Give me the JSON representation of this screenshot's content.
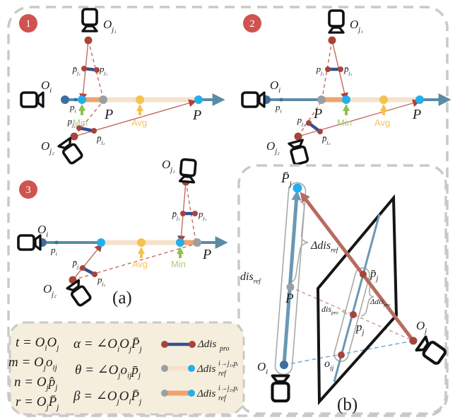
{
  "colors": {
    "ink": "#1d1d1d",
    "border_gray": "#c9c9c9",
    "badge_red": "#cf5350",
    "axis_blue": "#5a8ba6",
    "beige": "#f6e2cc",
    "orange": "#f0a36f",
    "navy": "#33518e",
    "dark_red": "#a8433c",
    "thin_red": "#c06b5e",
    "cyan": "#24aeed",
    "gray_dot": "#9b9fa3",
    "yellow": "#f6c14d",
    "green": "#8cc152",
    "min_label": "#a9cf72",
    "avg_label": "#f5c45a",
    "steel_thick": "#6b98b4",
    "red_thick": "#b76b5e",
    "epipolar_blue": "#7aa7cc",
    "dash_red": "#c49086",
    "brace_gray": "#a9a9a9",
    "plane_black": "#151515",
    "legend_bg": "#f6eedd",
    "cam_black": "#111111",
    "blue_dot": "#3c6e9e"
  },
  "figure": {
    "badge1": "1",
    "badge2": "2",
    "badge3": "3",
    "panel_a": "(a)",
    "panel_b": "(b)"
  },
  "labels": {
    "Oi": "O_{i}",
    "Oj1": "O_{j₁}",
    "Oj2": "O_{j₂}",
    "Oj": "O_{j}",
    "pi": "p_{i}",
    "P": "P",
    "pj1": "p_{j₁}",
    "pbj1": "p̄_{j₁}",
    "pj2": "p_{j₂}",
    "pbj2": "p̄_{j₂}",
    "min": "Min",
    "avg": "Avg",
    "Pbj": "P̄_{j}",
    "pbj": "p̄_{j}",
    "pj": "p_{j}",
    "oij": "o_{ij}",
    "dis_ref": "dis_{ref}",
    "delta_dis_ref": "Δdis_{ref}",
    "dis_pro": "dis_{pro}",
    "delta_dis_pro": "Δdis_{pro}"
  },
  "legend": {
    "equations": [
      "t = O_{i}O_{j}",
      "m = O_{j}o_{ij}",
      "n = O_{j}p̂_{j}",
      "r = O_{j}P̄_{j}"
    ],
    "angle_equations": [
      "α = ∠O_{i}O_{j}P̄_{j}",
      "θ = ∠O_{j}o_{ij}p̄_{j}",
      "β = ∠O_{j}O_{i}P̄_{j}"
    ],
    "items": [
      {
        "base": "Δdis",
        "sub": "pro",
        "sup": ""
      },
      {
        "base": "Δdis",
        "sub": "ref",
        "sup": "i→j₁,pᵢ"
      },
      {
        "base": "Δdis",
        "sub": "ref",
        "sup": "i→j₂,pᵢ"
      }
    ]
  }
}
